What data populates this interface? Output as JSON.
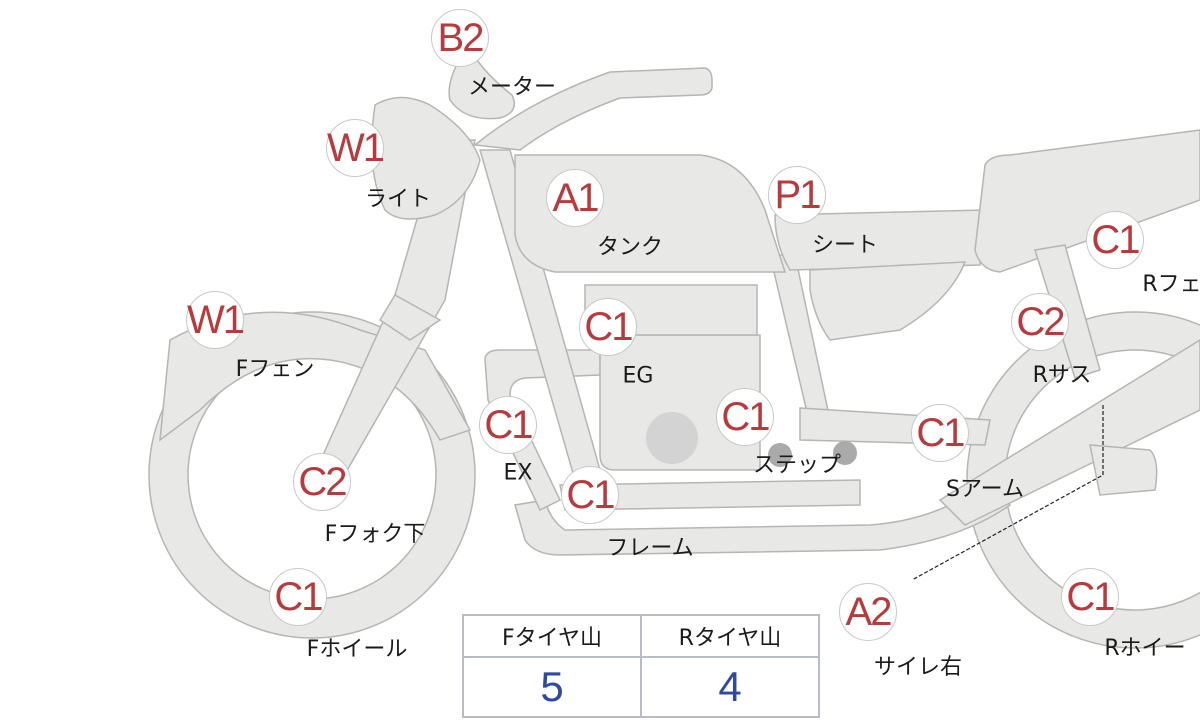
{
  "badges": [
    {
      "code": "B2",
      "label": "メーター"
    },
    {
      "code": "W1",
      "label": "ライト"
    },
    {
      "code": "A1",
      "label": "タンク"
    },
    {
      "code": "P1",
      "label": "シート"
    },
    {
      "code": "C1",
      "label": "Rフェ"
    },
    {
      "code": "W1",
      "label": "Fフェン"
    },
    {
      "code": "C1",
      "label": "EG"
    },
    {
      "code": "C2",
      "label": "Rサス"
    },
    {
      "code": "C1",
      "label": "EX"
    },
    {
      "code": "C1",
      "label": "ステップ"
    },
    {
      "code": "C1",
      "label": "Sアーム"
    },
    {
      "code": "C2",
      "label": "Fフォク下"
    },
    {
      "code": "C1",
      "label": "フレーム"
    },
    {
      "code": "C1",
      "label": "Fホイール"
    },
    {
      "code": "A2",
      "label": "サイレ右"
    },
    {
      "code": "C1",
      "label": "Rホイー"
    }
  ],
  "tire_table": {
    "front_header": "Fタイヤ山",
    "rear_header": "Rタイヤ山",
    "front_value": "5",
    "rear_value": "4"
  },
  "colors": {
    "badge_text": "#b83a3c",
    "value_text": "#2e4aa0",
    "part_fill": "#e8e8e6"
  }
}
